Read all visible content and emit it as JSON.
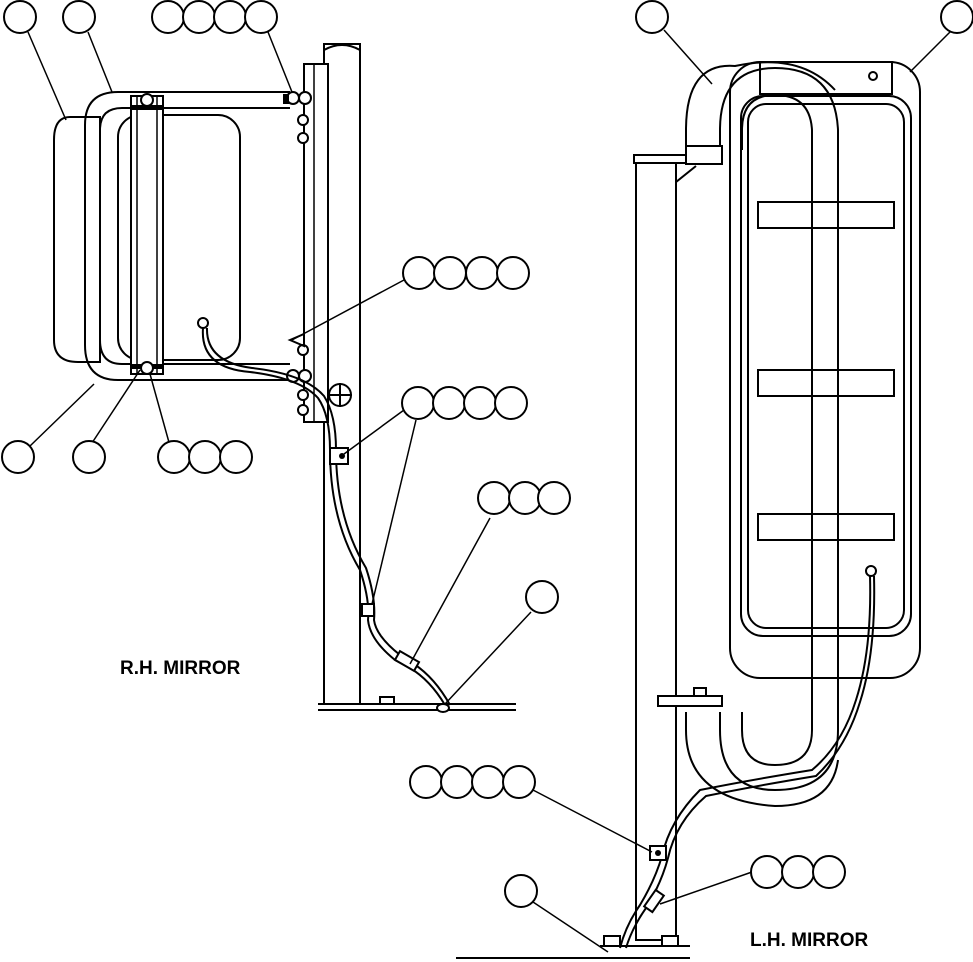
{
  "labels": {
    "rh_mirror": "R.H. MIRROR",
    "lh_mirror": "L.H. MIRROR"
  },
  "callouts": {
    "rh": [
      {
        "id": "rh-1",
        "bubbles": 1
      },
      {
        "id": "rh-2",
        "bubbles": 1
      },
      {
        "id": "rh-3",
        "bubbles": 4
      },
      {
        "id": "rh-4",
        "bubbles": 4
      },
      {
        "id": "rh-5",
        "bubbles": 4
      },
      {
        "id": "rh-6",
        "bubbles": 1
      },
      {
        "id": "rh-7",
        "bubbles": 1
      },
      {
        "id": "rh-8",
        "bubbles": 3
      },
      {
        "id": "rh-9",
        "bubbles": 3
      },
      {
        "id": "rh-10",
        "bubbles": 1
      }
    ],
    "lh": [
      {
        "id": "lh-1",
        "bubbles": 1
      },
      {
        "id": "lh-2",
        "bubbles": 1
      },
      {
        "id": "lh-3",
        "bubbles": 4
      },
      {
        "id": "lh-4",
        "bubbles": 1
      },
      {
        "id": "lh-5",
        "bubbles": 3
      }
    ]
  }
}
